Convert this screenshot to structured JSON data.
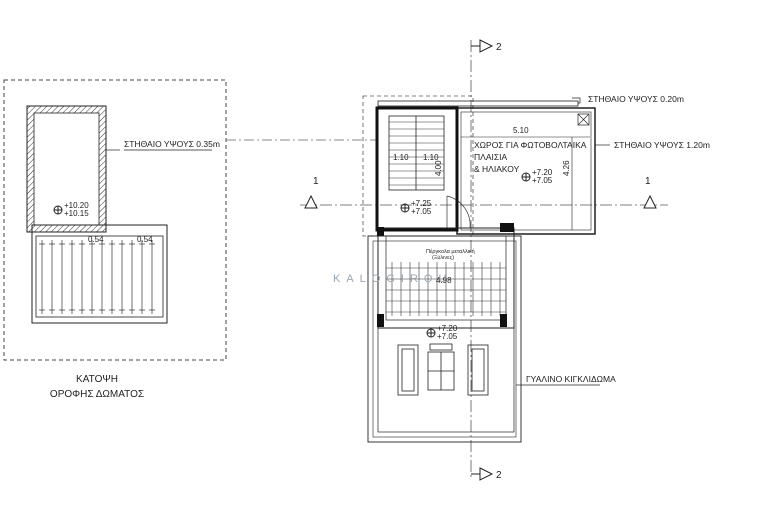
{
  "roof_plan": {
    "parapet_label": "ΣΤΗΘΑΙΟ ΥΨΟΥΣ 0.35m",
    "level_a": "+10.20",
    "level_b": "+10.15",
    "dim_left": "0.54",
    "dim_right": "0.54",
    "caption_line1": "ΚΑΤΟΨΗ",
    "caption_line2": "ΟΡΟΦΗΣ ΔΩΜΑΤΟΣ"
  },
  "floor_plan": {
    "parapet_top_label": "ΣΤΗΘΑΙΟ ΥΨΟΥΣ 0.20m",
    "parapet_right_label": "ΣΤΗΘΑΙΟ ΥΨΟΥΣ 1.20m",
    "width_dim": "5.10",
    "stair_dim_left": "1.10",
    "stair_dim_right": "1.10",
    "stair_dim_vertical": "4.00",
    "height_dim_right": "4.26",
    "solar_area_line1": "ΧΩΡΟΣ ΓΙΑ ΦΩΤΟΒΟΛΤΑΙΚΑ",
    "solar_area_line2": "ΠΛΑΙΣΙΑ",
    "solar_area_line3": "& ΗΛΙΑΚΟΥ",
    "level_right_a": "+7.20",
    "level_right_b": "+7.05",
    "level_stair_a": "+7.25",
    "level_stair_b": "+7.05",
    "pergola_label_line1": "Πέργκολα μεταλλική",
    "pergola_label_line2": "(Ξύλινες)",
    "pergola_dim": "4.98",
    "level_terrace_a": "+7.20",
    "level_terrace_b": "+7.05",
    "railing_label": "ΓΥΑΛΙΝΟ ΚΙΓΚΛΙΔΩΜΑ",
    "section_1": "1",
    "section_2": "2"
  },
  "watermark": "KALOGIROU"
}
